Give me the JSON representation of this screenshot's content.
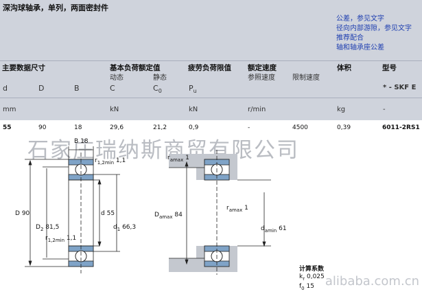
{
  "title": "深沟球轴承，单列，两面密封件",
  "links": [
    "公差，参见文字",
    "径向内部游隙，参见文字",
    "推荐配合",
    "轴和轴承座公差"
  ],
  "headers": {
    "main_dims": "主要数据尺寸",
    "load_ratings": "基本负荷额定值",
    "dynamic": "动态",
    "static": "静态",
    "fatigue": "疲劳负荷限值",
    "speed": "额定速度",
    "ref_speed": "参照速度",
    "limit_speed": "限制速度",
    "mass": "体积",
    "designation": "型号"
  },
  "symbols": {
    "d": "d",
    "D": "D",
    "B": "B",
    "C": "C",
    "C0": "C",
    "C0_sub": "0",
    "Pu": "P",
    "Pu_sub": "u",
    "skf": "* - SKF E"
  },
  "units": {
    "mm": "mm",
    "kN1": "kN",
    "kN2": "kN",
    "rmin": "r/min",
    "kg": "kg",
    "dash": "-"
  },
  "row": {
    "d": "55",
    "D": "90",
    "B": "18",
    "C": "29,6",
    "C0": "21,2",
    "Pu": "0,9",
    "ref_speed": "-",
    "limit_speed": "4500",
    "mass": "0,39",
    "designation": "6011-2RS1 *"
  },
  "watermark": "石家庄瑞纳斯商贸有限公司",
  "watermark2": "alibaba.com.cn",
  "drawing1": {
    "B": "B",
    "B_val": "18",
    "r12": "r",
    "r12_sub": "1,2min",
    "r12_val": "1,1",
    "D": "D",
    "D_val": "90",
    "d": "d",
    "d_val": "55",
    "d1": "d",
    "d1_sub": "1",
    "d1_val": "66,3",
    "D2": "D",
    "D2_sub": "2",
    "D2_val": "81,5",
    "r12b": "r",
    "r12b_sub": "1,2min",
    "r12b_val": "1,1"
  },
  "drawing2": {
    "ra_top": "r",
    "ra_top_sub": "amax",
    "ra_top_val": "1",
    "ra_mid": "r",
    "ra_mid_sub": "amax",
    "ra_mid_val": "1",
    "Da": "D",
    "Da_sub": "amax",
    "Da_val": "84",
    "da": "d",
    "da_sub": "amin",
    "da_val": "61"
  },
  "calc": {
    "title": "计算系数",
    "kr": "k",
    "kr_sub": "r",
    "kr_val": "0,025",
    "f0": "f",
    "f0_sub": "0",
    "f0_val": "15"
  }
}
